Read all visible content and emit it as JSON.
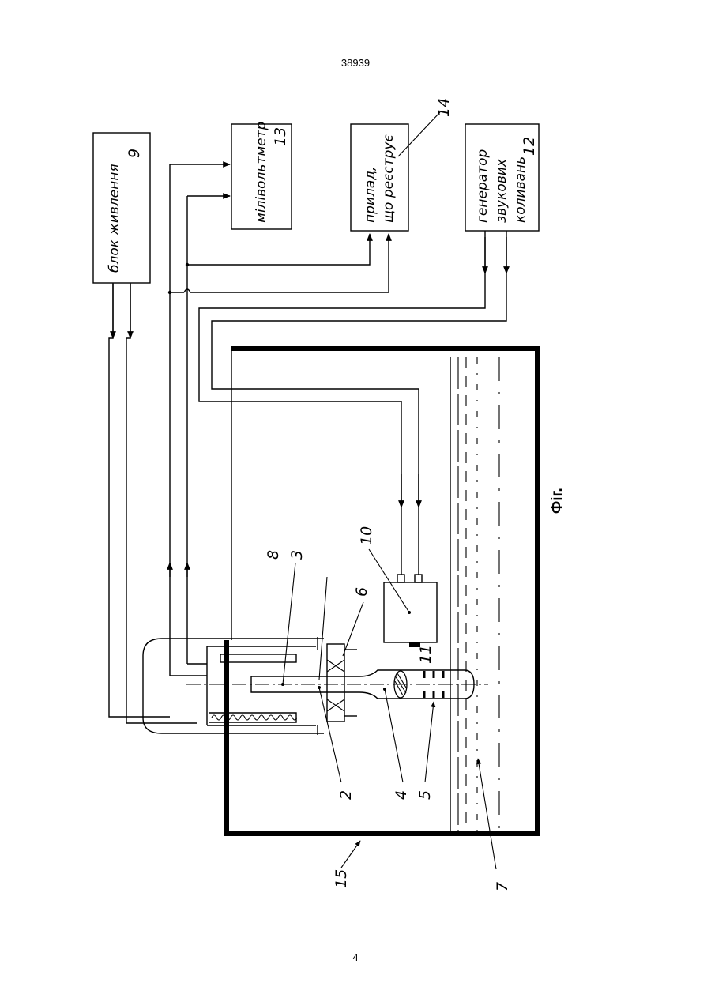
{
  "header": {
    "doc_number": "38939"
  },
  "footer": {
    "page_number": "4"
  },
  "figure": {
    "caption": "Фіг.",
    "blocks": {
      "power_supply": {
        "label": "блок живлення",
        "number": "9"
      },
      "millivoltmeter": {
        "label": "мілівольтметр",
        "number": "13"
      },
      "recorder": {
        "label_line1": "прилад,",
        "label_line2": "що реєструє",
        "number": "14"
      },
      "sound_generator": {
        "label_line1": "генератор",
        "label_line2": "звукових",
        "label_line3": "коливань",
        "number": "12"
      }
    },
    "callouts": [
      "2",
      "3",
      "4",
      "5",
      "6",
      "7",
      "8",
      "10",
      "11",
      "15"
    ]
  }
}
